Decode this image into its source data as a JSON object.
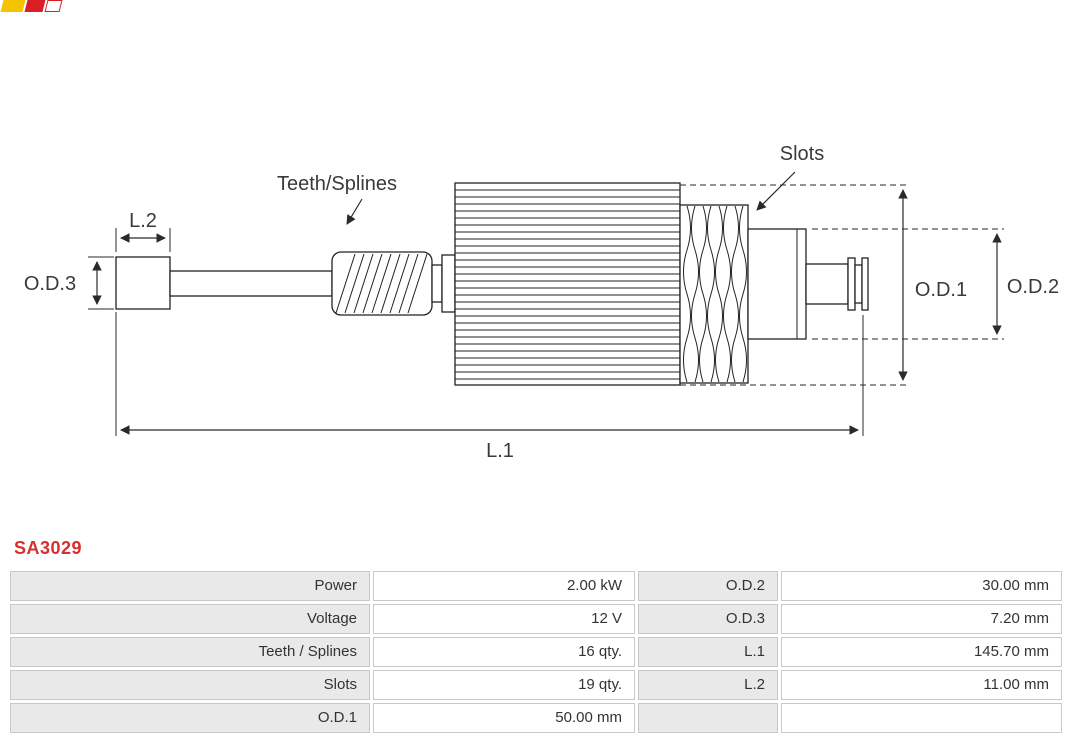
{
  "icons": {
    "logo": "as-pl-brand-logo"
  },
  "part_number": "SA3029",
  "diagram": {
    "labels": {
      "teeth_splines": "Teeth/Splines",
      "slots": "Slots",
      "l2": "L.2",
      "od3": "O.D.3",
      "od1": "O.D.1",
      "od2": "O.D.2",
      "l1": "L.1"
    }
  },
  "table": {
    "rows": [
      {
        "label_left": "Power",
        "value_left": "2.00 kW",
        "label_right": "O.D.2",
        "value_right": "30.00 mm"
      },
      {
        "label_left": "Voltage",
        "value_left": "12 V",
        "label_right": "O.D.3",
        "value_right": "7.20 mm"
      },
      {
        "label_left": "Teeth / Splines",
        "value_left": "16 qty.",
        "label_right": "L.1",
        "value_right": "145.70 mm"
      },
      {
        "label_left": "Slots",
        "value_left": "19 qty.",
        "label_right": "L.2",
        "value_right": "11.00 mm"
      },
      {
        "label_left": "O.D.1",
        "value_left": "50.00 mm",
        "label_right": "",
        "value_right": ""
      }
    ]
  },
  "colors": {
    "part_number_red": "#d62f2f",
    "logo_yellow": "#f5c400",
    "logo_red": "#d91f26",
    "table_label_bg": "#e9e9e9",
    "table_border": "#c8c8c8",
    "diagram_line": "#222222",
    "label_text": "#3a3a3a"
  }
}
